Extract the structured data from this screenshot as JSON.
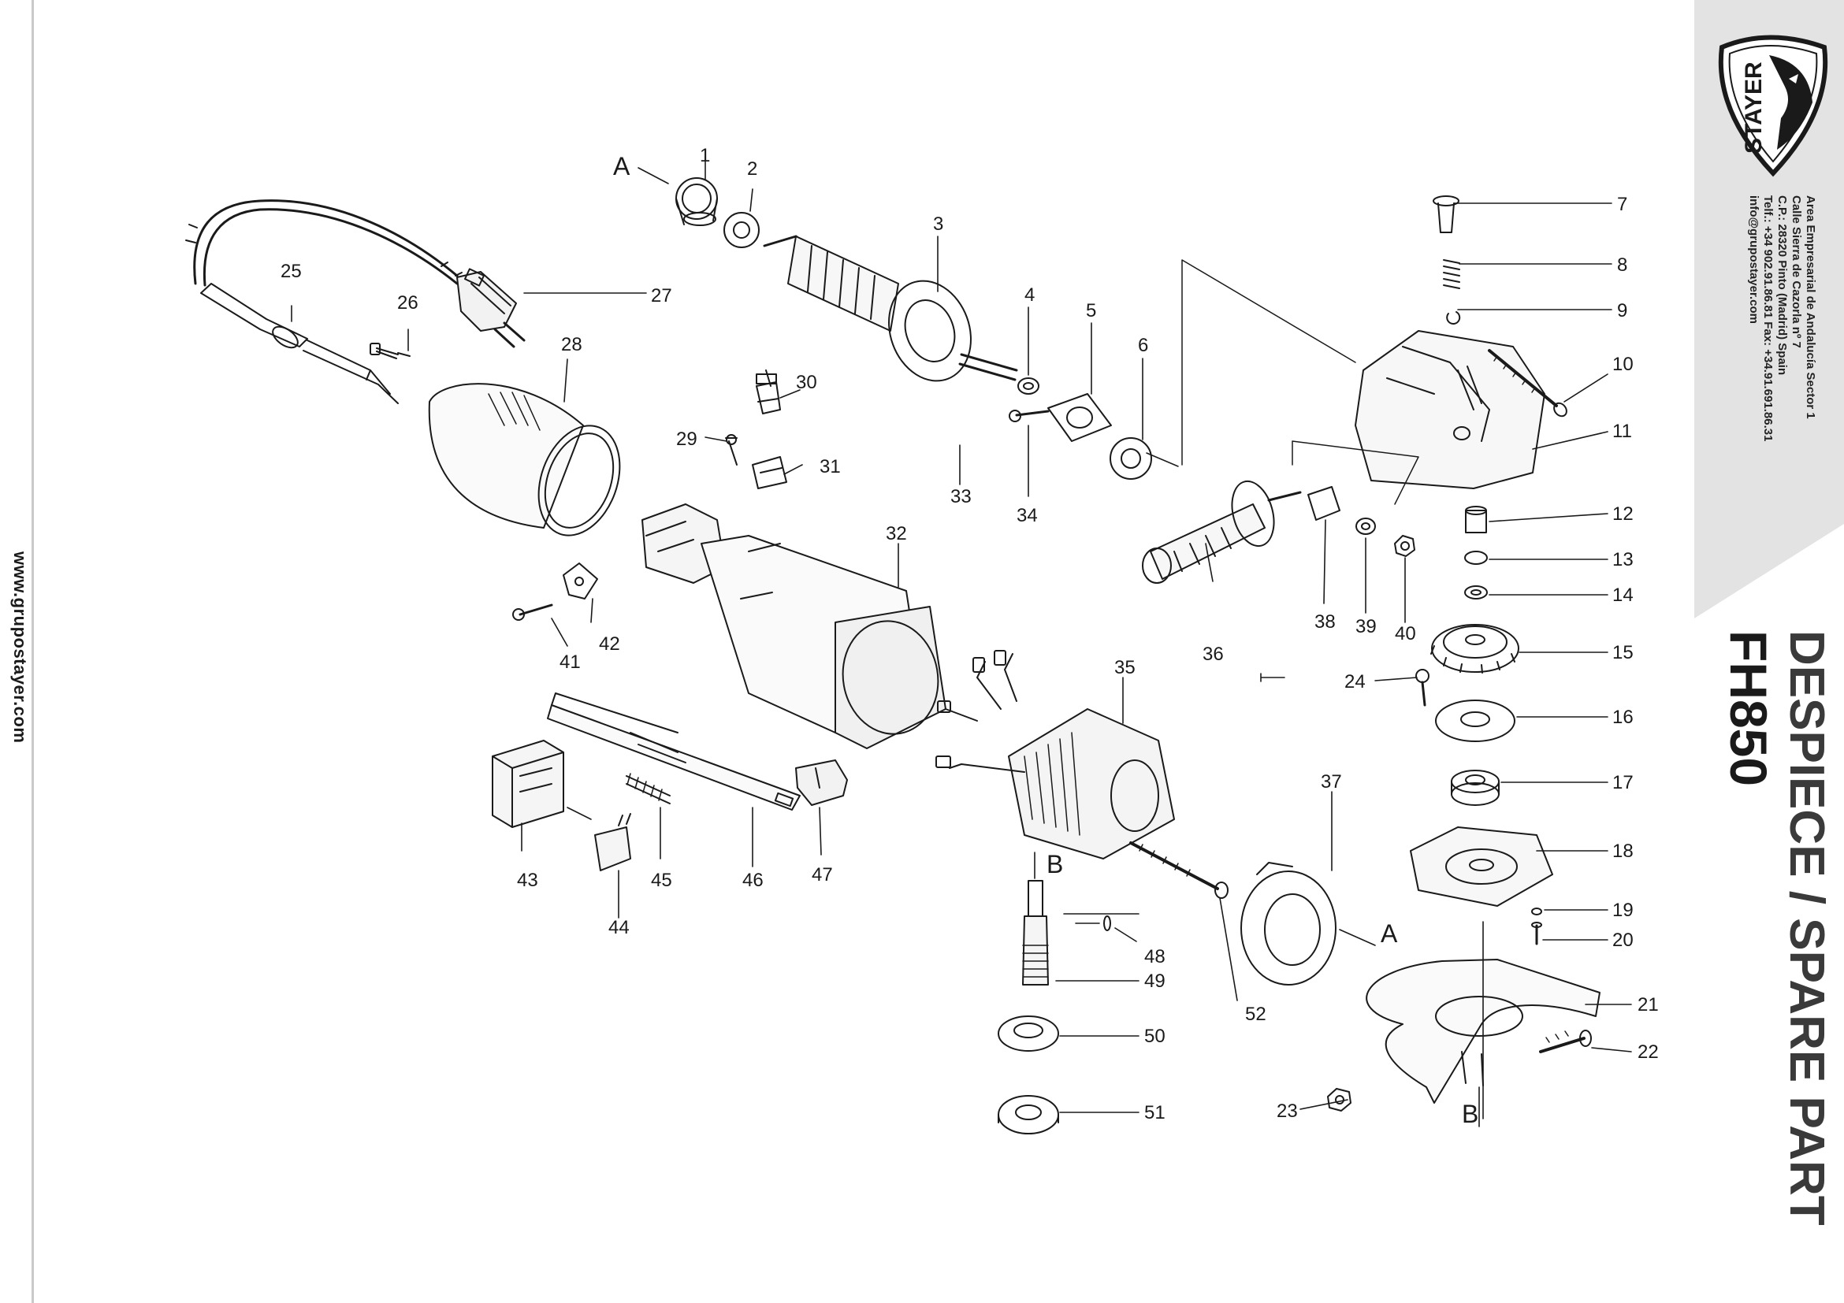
{
  "website": "www.grupostayer.com",
  "brand": {
    "logo_text": "STAYER"
  },
  "address": [
    "Area Empresarial de Andalucía Sector 1",
    "Calle Sierra de Cazorla nº 7",
    "C.P.: 28320 Pinto (Madrid) Spain",
    "Telf.: +34 902.91.86.81 Fax: +34.91.691.86.31",
    "info@grupostayer.com"
  ],
  "title": {
    "line1": "DESPIECE / SPARE PART",
    "line2": "FH850"
  },
  "colors": {
    "sidebar_gray": "#e3e3e3",
    "title_gray": "#3a3a3a",
    "ink": "#1a1a1a"
  },
  "parts": {
    "p1": "1",
    "p2": "2",
    "p3": "3",
    "p4": "4",
    "p5": "5",
    "p6": "6",
    "p7": "7",
    "p8": "8",
    "p9": "9",
    "p10": "10",
    "p11": "11",
    "p12": "12",
    "p13": "13",
    "p14": "14",
    "p15": "15",
    "p16": "16",
    "p17": "17",
    "p18": "18",
    "p19": "19",
    "p20": "20",
    "p21": "21",
    "p22": "22",
    "p23": "23",
    "p24": "24",
    "p25": "25",
    "p26": "26",
    "p27": "27",
    "p28": "28",
    "p29": "29",
    "p30": "30",
    "p31": "31",
    "p32": "32",
    "p33": "33",
    "p34": "34",
    "p35": "35",
    "p36": "36",
    "p37": "37",
    "p38": "38",
    "p39": "39",
    "p40": "40",
    "p41": "41",
    "p42": "42",
    "p43": "43",
    "p44": "44",
    "p45": "45",
    "p46": "46",
    "p47": "47",
    "p48": "48",
    "p49": "49",
    "p50": "50",
    "p51": "51",
    "p52": "52"
  },
  "refs": {
    "a": "A",
    "b": "B"
  }
}
